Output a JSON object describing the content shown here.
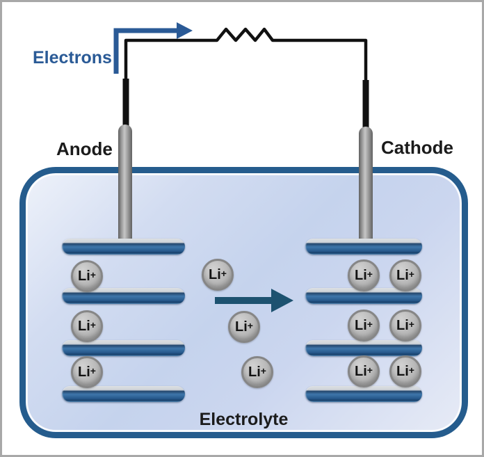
{
  "labels": {
    "electrons": "Electrons",
    "anode": "Anode",
    "cathode": "Cathode",
    "electrolyte": "Electrolyte"
  },
  "ion": {
    "symbol": "Li",
    "charge": "+"
  },
  "structure": {
    "anode_layers": 4,
    "cathode_layers": 4,
    "anode_ion_count": 3,
    "electrolyte_migrating_ion_count": 3,
    "cathode_ion_count": 6,
    "electron_flow_direction": "anode-to-cathode",
    "ion_flow_direction": "left-to-right"
  },
  "colors": {
    "electron_arrow_blue": "#2a5a96",
    "ion_migration_arrow": "#1d5270",
    "tank_border_blue": "#255c8d",
    "layer_blue": "#2f6090",
    "ion_gray": "#b5b5b5",
    "wire_black": "#111111",
    "electrolyte_fill": "#c5d3ed"
  }
}
